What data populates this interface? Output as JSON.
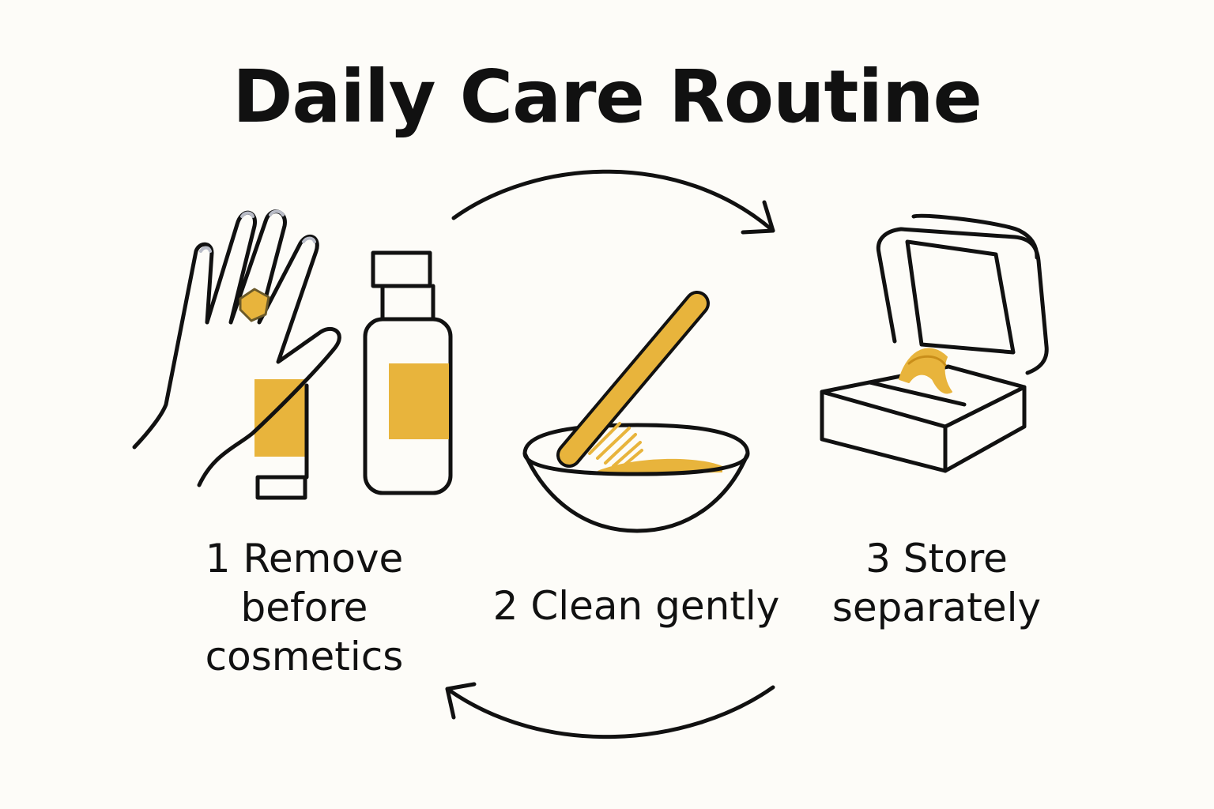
{
  "title": "Daily Care Routine",
  "colors": {
    "background": "#fdfcf8",
    "ink": "#111111",
    "accent": "#e8b43c",
    "accent_dark": "#c98e1a"
  },
  "steps": [
    {
      "number": "1",
      "lines": [
        "Remove",
        "before",
        "cosmetics"
      ],
      "icons": [
        "hand-with-ring-icon",
        "lotion-pump-bottle-icon"
      ]
    },
    {
      "number": "2",
      "lines": [
        "Clean gently"
      ],
      "icons": [
        "cleaning-brush-icon",
        "bowl-icon"
      ]
    },
    {
      "number": "3",
      "lines": [
        "Store",
        "separately"
      ],
      "icons": [
        "jewelry-box-icon",
        "ring-icon"
      ]
    }
  ],
  "cycle_arrows": [
    "clockwise-top-arrow",
    "clockwise-bottom-arrow"
  ]
}
